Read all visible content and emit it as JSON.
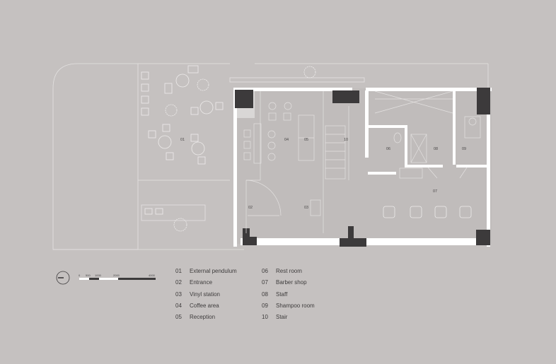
{
  "plan": {
    "room_labels": {
      "r01": "01",
      "r02": "02",
      "r03": "03",
      "r04": "04",
      "r05": "05",
      "r06": "06",
      "r07": "07",
      "r08": "08",
      "r09": "09",
      "r10": "10"
    }
  },
  "scale_bar": {
    "ticks": [
      "0",
      "500",
      "1000",
      "2000",
      "4000"
    ]
  },
  "legend": [
    {
      "num": "01",
      "label": "External pendulum"
    },
    {
      "num": "02",
      "label": "Entrance"
    },
    {
      "num": "03",
      "label": "Vinyl station"
    },
    {
      "num": "04",
      "label": "Coffee area"
    },
    {
      "num": "05",
      "label": "Reception"
    },
    {
      "num": "06",
      "label": "Rest room"
    },
    {
      "num": "07",
      "label": "Barber shop"
    },
    {
      "num": "08",
      "label": "Staff"
    },
    {
      "num": "09",
      "label": "Shampoo room"
    },
    {
      "num": "10",
      "label": "Stair"
    }
  ],
  "colors": {
    "background": "#c5c1c0",
    "wall": "#ffffff",
    "column": "#3c3a3b",
    "line": "#e4e2e1"
  }
}
